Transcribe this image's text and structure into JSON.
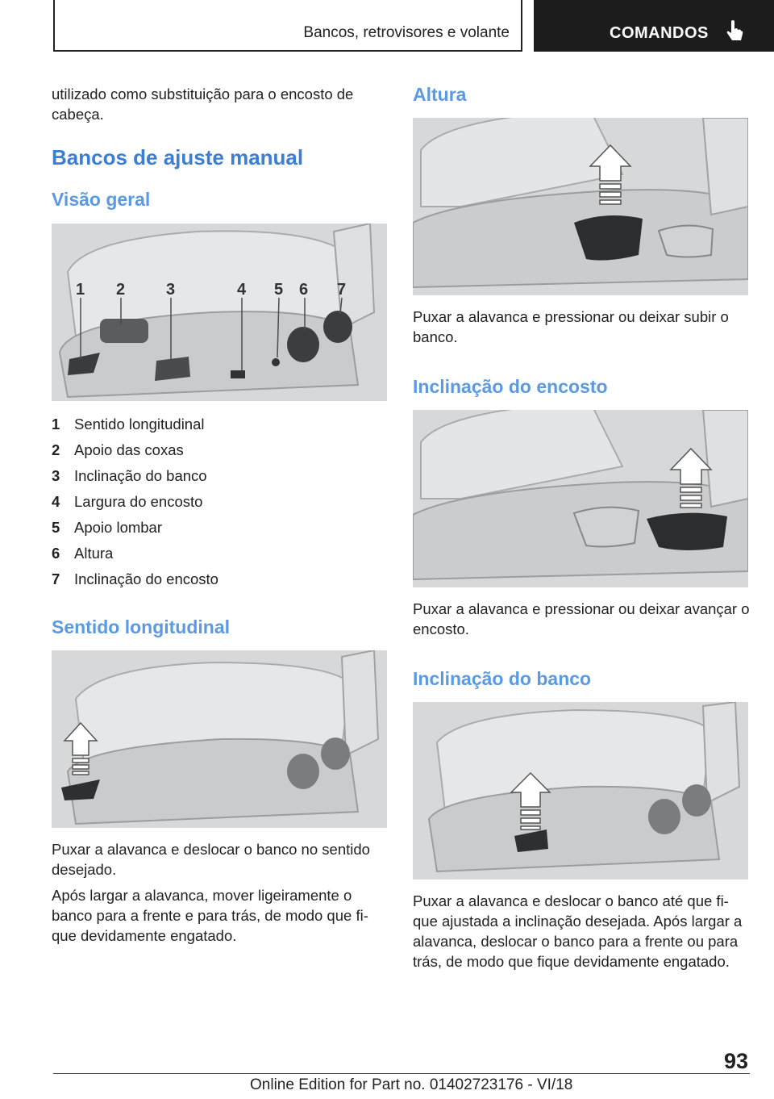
{
  "header": {
    "section": "Bancos, retrovisores e volante",
    "chapter": "COMANDOS",
    "chapter_icon": "hand-pointer-icon"
  },
  "left": {
    "intro": "utilizado como substituição para o encosto de cabeça.",
    "heading_main": "Bancos de ajuste manual",
    "heading_overview": "Visão geral",
    "figure_callouts": [
      "1",
      "2",
      "3",
      "4",
      "5",
      "6",
      "7"
    ],
    "legend": [
      {
        "num": "1",
        "text": "Sentido longitudinal"
      },
      {
        "num": "2",
        "text": "Apoio das coxas"
      },
      {
        "num": "3",
        "text": "Inclinação do banco"
      },
      {
        "num": "4",
        "text": "Largura do encosto"
      },
      {
        "num": "5",
        "text": "Apoio lombar"
      },
      {
        "num": "6",
        "text": "Altura"
      },
      {
        "num": "7",
        "text": "Inclinação do encosto"
      }
    ],
    "heading_longitudinal": "Sentido longitudinal",
    "longitudinal_p1": "Puxar a alavanca e deslocar o banco no sentido desejado.",
    "longitudinal_p2": "Após largar a alavanca, mover ligeiramente o banco para a frente e para trás, de modo que fi- que devidamente engatado."
  },
  "right": {
    "heading_height": "Altura",
    "height_text": "Puxar a alavanca e pressionar ou deixar subir o banco.",
    "heading_backrest": "Inclinação do encosto",
    "backrest_text": "Puxar a alavanca e pressionar ou deixar avançar o encosto.",
    "heading_seat_tilt": "Inclinação do banco",
    "seat_tilt_text": "Puxar a alavanca e deslocar o banco até que fi- que ajustada a inclinação desejada. Após largar a alavanca, deslocar o banco para a frente ou para trás, de modo que fique devidamente engatado."
  },
  "footer": {
    "page_number": "93",
    "edition": "Online Edition for Part no. 01402723176 - VI/18"
  }
}
